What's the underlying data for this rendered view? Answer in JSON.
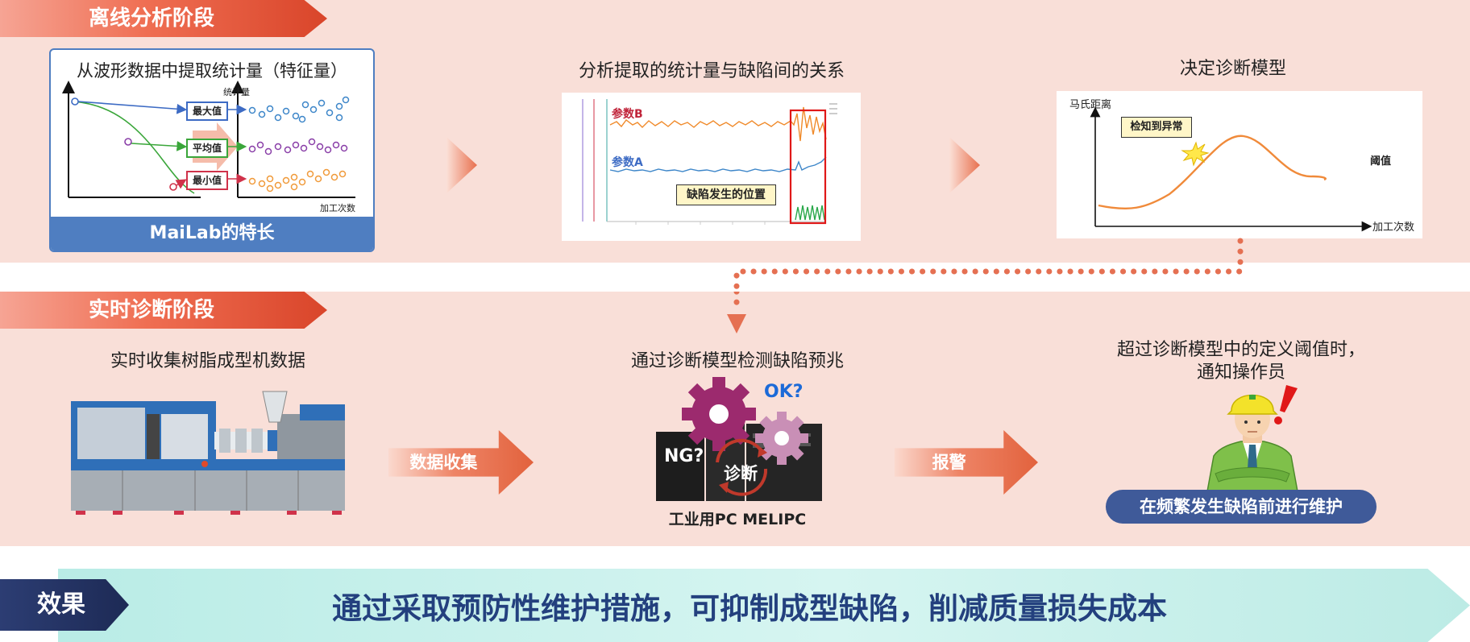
{
  "offline": {
    "phase_label": "离线分析阶段",
    "step1": {
      "title": "从波形数据中提取统计量（特征量）",
      "y_label": "统计量",
      "x_label": "加工次数",
      "tag_max": "最大值",
      "tag_avg": "平均值",
      "tag_min": "最小值",
      "footer": "MaiLab的特长"
    },
    "step2": {
      "title": "分析提取的统计量与缺陷间的关系",
      "param_b": "参数B",
      "param_a": "参数A",
      "callout": "缺陷发生的位置"
    },
    "step3": {
      "title": "决定诊断模型",
      "y_label": "马氏距离",
      "x_label": "加工次数",
      "callout": "检知到异常",
      "threshold": "阈值"
    }
  },
  "realtime": {
    "phase_label": "实时诊断阶段",
    "step1": {
      "title": "实时收集树脂成型机数据"
    },
    "arrow1": "数据收集",
    "step2": {
      "title": "通过诊断模型检测缺陷预兆",
      "ok": "OK?",
      "ng": "NG?",
      "diagnose": "诊断",
      "device": "工业用PC MELIPC"
    },
    "arrow2": "报警",
    "step3": {
      "title_line1": "超过诊断模型中的定义阈值时，",
      "title_line2": "通知操作员",
      "action": "在频繁发生缺陷前进行维护"
    }
  },
  "effect": {
    "label": "效果",
    "text": "通过采取预防性维护措施，可抑制成型缺陷，削减质量损失成本"
  },
  "colors": {
    "band": "#f9dfd8",
    "accent_red": "#e2623d",
    "navy": "#23407e",
    "pill": "#3f5a99",
    "teal": "#c8f0eb"
  }
}
